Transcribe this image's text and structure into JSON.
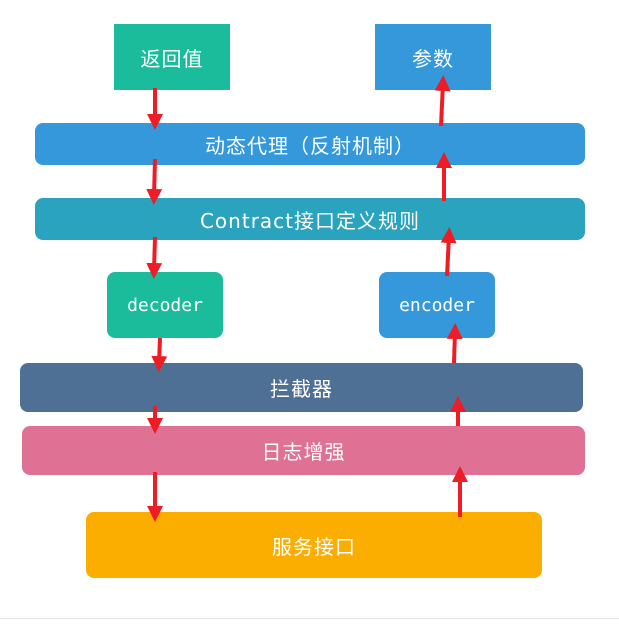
{
  "diagram": {
    "return_value": "返回值",
    "params": "参数",
    "dynamic_proxy": "动态代理（反射机制）",
    "contract_rules": "Contract接口定义规则",
    "decoder": "decoder",
    "encoder": "encoder",
    "interceptor": "拦截器",
    "log_enhance": "日志增强",
    "service_interface": "服务接口"
  },
  "colors": {
    "arrow": "#ee1c25",
    "green": "#1abc9c",
    "blue": "#3498db",
    "teal": "#2aa3bf",
    "slate": "#4e7095",
    "pink": "#de7194",
    "orange": "#fbae00"
  }
}
